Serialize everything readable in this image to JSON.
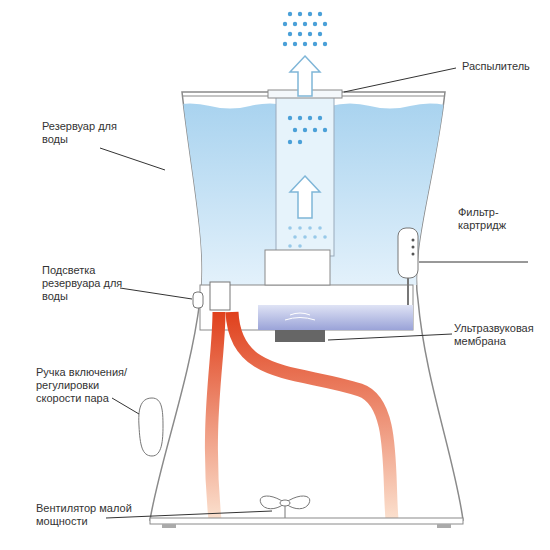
{
  "diagram": {
    "labels": [
      "Распылитель",
      "Резервуар для воды",
      "Фильтр-картридж",
      "Подсветка резервуара для воды",
      "Ультразвуковая мембрана",
      "Ручка включения/ регулировки скорости пара",
      "Вентилятор малой мощности"
    ]
  }
}
